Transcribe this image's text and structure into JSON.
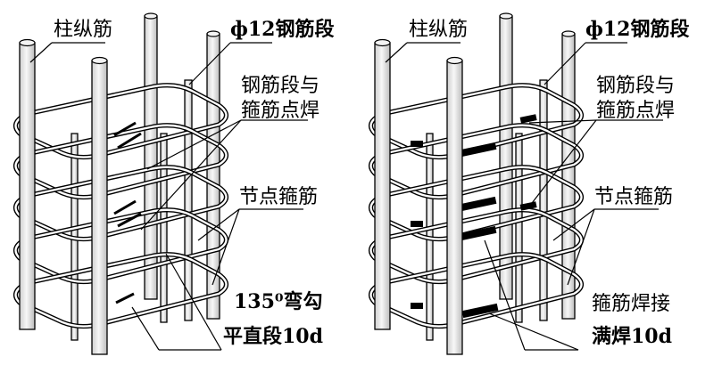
{
  "left_panel": {
    "labels": {
      "column_rebar": "柱纵筋",
      "short_bar": "ф12钢筋段",
      "spot_weld_line1": "钢筋段与",
      "spot_weld_line2": "箍筋点焊",
      "joint_hoop": "节点箍筋",
      "hook_line1": "135⁰弯勾",
      "hook_line2": "平直段10d"
    }
  },
  "right_panel": {
    "labels": {
      "column_rebar": "柱纵筋",
      "short_bar": "ф12钢筋段",
      "spot_weld_line1": "钢筋段与",
      "spot_weld_line2": "箍筋点焊",
      "joint_hoop": "节点箍筋",
      "full_weld_line1": "箍筋焊接",
      "full_weld_line2": "满焊10d"
    }
  },
  "colors": {
    "ink": "#000000",
    "background": "#ffffff",
    "bar_fill": "#e6e6e6"
  }
}
